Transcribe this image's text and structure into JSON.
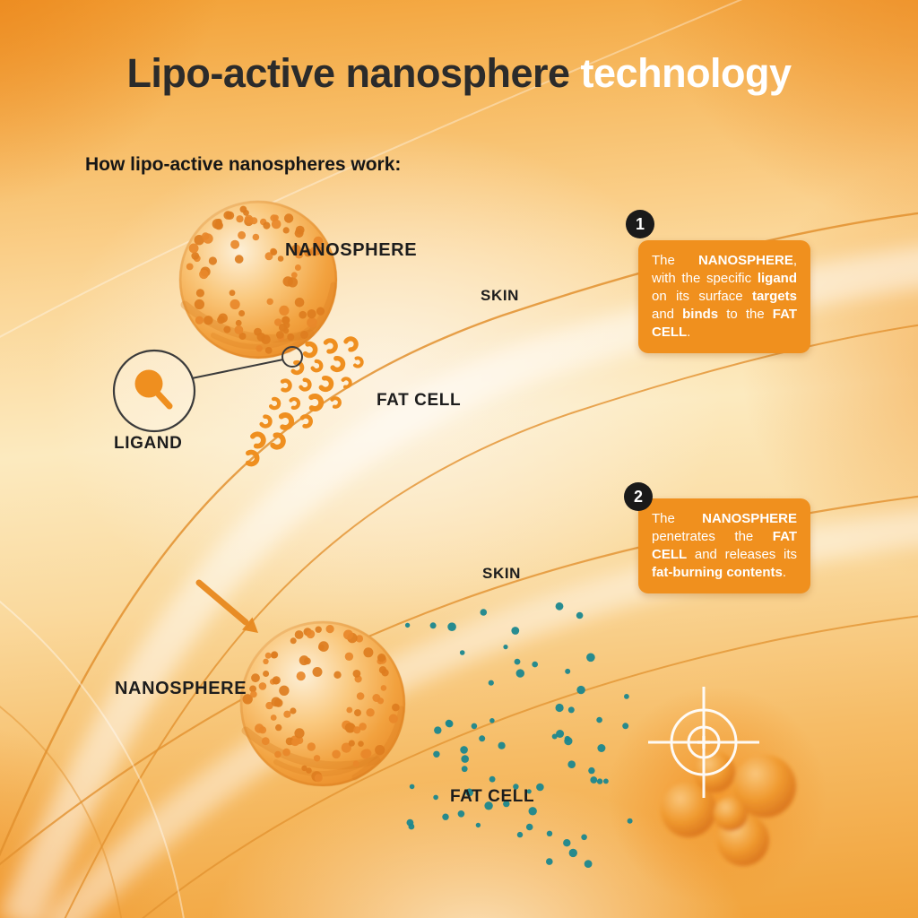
{
  "title": {
    "part1": "Lipo-active nanosphere",
    "part2": " technology"
  },
  "subtitle": "How lipo-active nanospheres work:",
  "diagram": {
    "top": {
      "nanosphere": "NANOSPHERE",
      "skin": "SKIN",
      "fat_cell": "FAT CELL",
      "ligand": "LIGAND"
    },
    "bottom": {
      "nanosphere": "NANOSPHERE",
      "skin": "SKIN",
      "fat_cell": "FAT CELL"
    }
  },
  "steps": [
    {
      "number": "1",
      "segments": [
        {
          "t": "The ",
          "b": false
        },
        {
          "t": "NANOSPHERE",
          "b": true
        },
        {
          "t": ", with the specific ",
          "b": false
        },
        {
          "t": "ligand",
          "b": true
        },
        {
          "t": " on its surface ",
          "b": false
        },
        {
          "t": "targets",
          "b": true
        },
        {
          "t": " and ",
          "b": false
        },
        {
          "t": "binds",
          "b": true
        },
        {
          "t": " to the ",
          "b": false
        },
        {
          "t": "FAT CELL",
          "b": true
        },
        {
          "t": ".",
          "b": false
        }
      ]
    },
    {
      "number": "2",
      "segments": [
        {
          "t": "The ",
          "b": false
        },
        {
          "t": "NANOSPHERE",
          "b": true
        },
        {
          "t": " penetrates the ",
          "b": false
        },
        {
          "t": "FAT CELL",
          "b": true
        },
        {
          "t": " and releases its ",
          "b": false
        },
        {
          "t": "fat-burning contents",
          "b": true
        },
        {
          "t": ".",
          "b": false
        }
      ]
    }
  ],
  "colors": {
    "accent_orange": "#f0901e",
    "dot_orange": "#e8882a",
    "dot_orange_dark": "#dd7d1f",
    "teal": "#1b878e",
    "badge_black": "#1a1a1a",
    "title_dark": "#2b2b2b",
    "title_light": "#ffffff"
  }
}
